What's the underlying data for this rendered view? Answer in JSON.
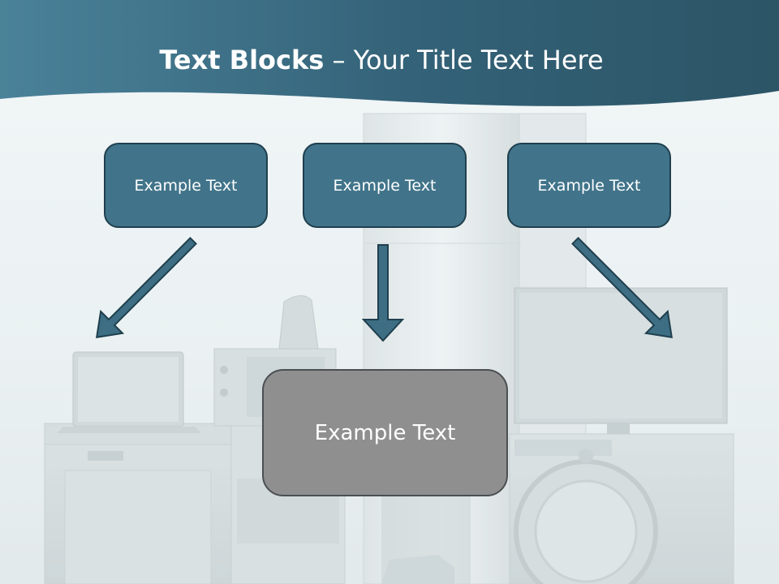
{
  "slide": {
    "title_bold": "Text Blocks",
    "title_separator": " – ",
    "title_rest": "Your Title Text Here",
    "boxes": [
      {
        "text": "Example Text"
      },
      {
        "text": "Example Text"
      },
      {
        "text": "Example Text"
      }
    ],
    "target_box": {
      "text": "Example Text"
    }
  },
  "colors": {
    "header_dark": "#2c5566",
    "header_light": "#4a8299",
    "box_fill": "#41748a",
    "box_border": "#1f3f4e",
    "target_fill": "#8f8f8f",
    "arrow_fill": "#3d6e83",
    "arrow_stroke": "#1f3f4e"
  }
}
